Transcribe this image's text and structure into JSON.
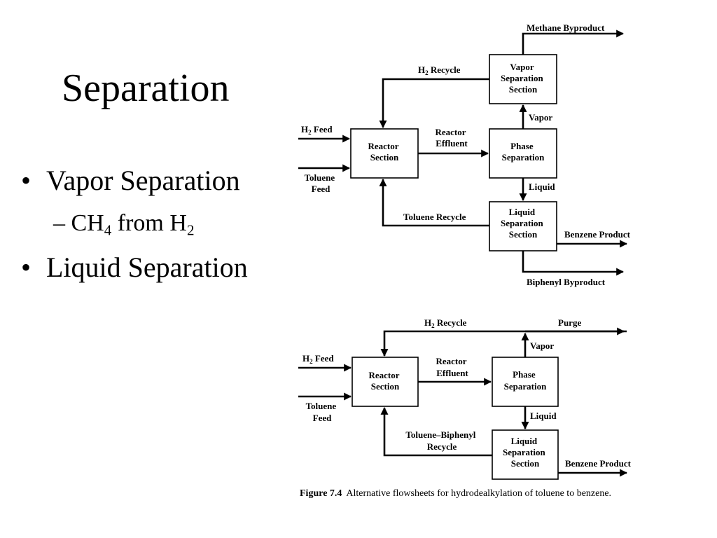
{
  "slide": {
    "title": "Separation",
    "bullet_marker": "•",
    "bullets": [
      {
        "label": "Vapor Separation"
      },
      {
        "label": "Liquid Separation"
      }
    ],
    "sub_bullet": {
      "dash": "–",
      "text_a": "CH",
      "sub_a": "4",
      "text_b": " from H",
      "sub_b": "2"
    }
  },
  "diagram_top": {
    "methane_byproduct": "Methane Byproduct",
    "h2_recycle": {
      "a": "H",
      "sub": "2",
      "b": " Recycle"
    },
    "vapor_separation_section": [
      "Vapor",
      "Separation",
      "Section"
    ],
    "h2_feed": {
      "a": "H",
      "sub": "2",
      "b": " Feed"
    },
    "toluene_feed": [
      "Toluene",
      "Feed"
    ],
    "reactor_section": [
      "Reactor",
      "Section"
    ],
    "reactor_effluent": [
      "Reactor",
      "Effluent"
    ],
    "phase_separation": [
      "Phase",
      "Separation"
    ],
    "vapor": "Vapor",
    "liquid": "Liquid",
    "toluene_recycle": "Toluene Recycle",
    "liquid_separation_section": [
      "Liquid",
      "Separation",
      "Section"
    ],
    "benzene_product": "Benzene Product",
    "biphenyl_byproduct": "Biphenyl Byproduct"
  },
  "diagram_bottom": {
    "h2_recycle": {
      "a": "H",
      "sub": "2",
      "b": " Recycle"
    },
    "purge": "Purge",
    "vapor": "Vapor",
    "h2_feed": {
      "a": "H",
      "sub": "2",
      "b": " Feed"
    },
    "toluene_feed": [
      "Toluene",
      "Feed"
    ],
    "reactor_section": [
      "Reactor",
      "Section"
    ],
    "reactor_effluent": [
      "Reactor",
      "Effluent"
    ],
    "phase_separation": [
      "Phase",
      "Separation"
    ],
    "liquid": "Liquid",
    "toluene_biphenyl_recycle": [
      "Toluene–Biphenyl",
      "Recycle"
    ],
    "liquid_separation_section": [
      "Liquid",
      "Separation",
      "Section"
    ],
    "benzene_product": "Benzene Product"
  },
  "caption": {
    "label": "Figure 7.4",
    "text": "Alternative flowsheets for hydrodealkylation of toluene to benzene."
  }
}
